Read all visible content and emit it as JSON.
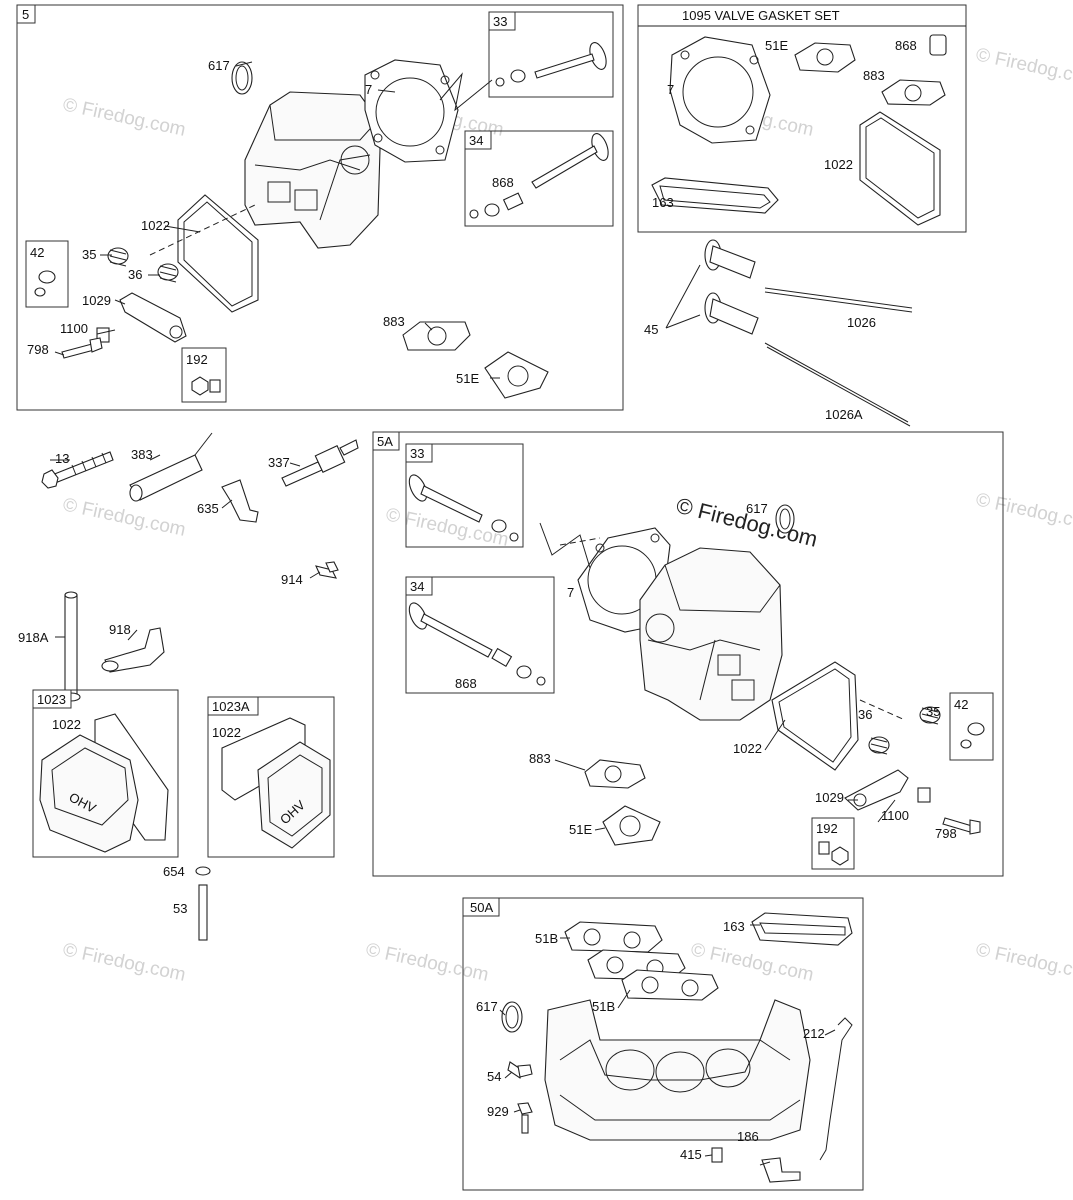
{
  "watermark": {
    "text": "© Firedog.com"
  },
  "sections": {
    "s5": {
      "tag": "5"
    },
    "gasket_set": {
      "title": "1095 VALVE GASKET SET"
    },
    "s5a": {
      "tag": "5A"
    },
    "s50a": {
      "tag": "50A"
    }
  },
  "boxes": {
    "b33a": "33",
    "b34a": "34",
    "b42a": "42",
    "b192a": "192",
    "b33b": "33",
    "b34b": "34",
    "b42b": "42",
    "b192b": "192",
    "b1023": "1023",
    "b1023a": "1023A"
  },
  "callouts": {
    "c617a": "617",
    "c7a": "7",
    "c1022a": "1022",
    "c35a": "35",
    "c36a": "36",
    "c1029a": "1029",
    "c1100a": "1100",
    "c798a": "798",
    "c883a": "883",
    "c51Ea": "51E",
    "c868a": "868",
    "g7": "7",
    "g51E": "51E",
    "g868": "868",
    "g883": "883",
    "g1022": "1022",
    "g163": "163",
    "c45": "45",
    "c1026": "1026",
    "c1026A": "1026A",
    "c13": "13",
    "c383": "383",
    "c337": "337",
    "c635": "635",
    "c914": "914",
    "c918A": "918A",
    "c918": "918",
    "c1022x": "1022",
    "c1022y": "1022",
    "c654": "654",
    "c53": "53",
    "c617b": "617",
    "c7b": "7",
    "c868b": "868",
    "c36b": "36",
    "c35b": "35",
    "c1022b": "1022",
    "c883b": "883",
    "c51Eb": "51E",
    "c1029b": "1029",
    "c1100b": "1100",
    "c798b": "798",
    "c51B1": "51B",
    "c163b": "163",
    "c51B2": "51B",
    "c617c": "617",
    "c212": "212",
    "c54": "54",
    "c929": "929",
    "c186": "186",
    "c415": "415"
  }
}
